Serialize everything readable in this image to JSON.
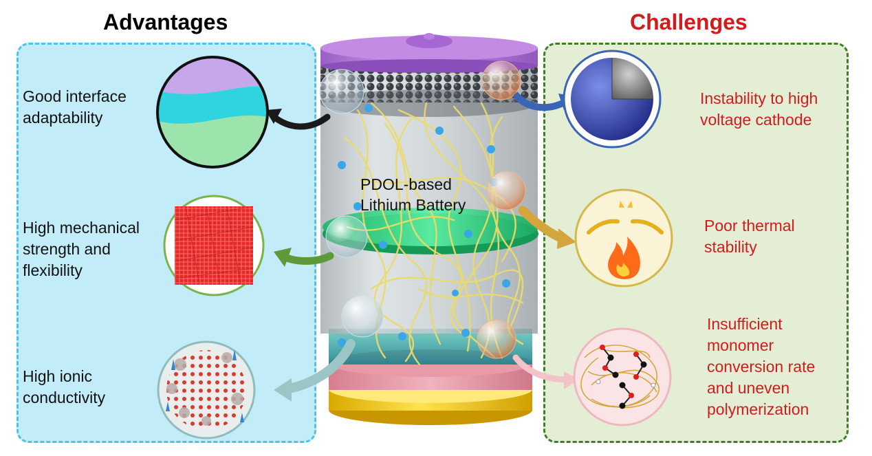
{
  "advantages": {
    "title": "Advantages",
    "items": [
      {
        "label_lines": [
          "Good interface",
          "adaptability"
        ]
      },
      {
        "label_lines": [
          "High mechanical",
          "strength and",
          "flexibility"
        ]
      },
      {
        "label_lines": [
          "High ionic",
          "conductivity"
        ]
      }
    ]
  },
  "challenges": {
    "title": "Challenges",
    "items": [
      {
        "label_lines": [
          "Instability to high",
          "voltage cathode"
        ]
      },
      {
        "label_lines": [
          "Poor thermal",
          "stability"
        ]
      },
      {
        "label_lines": [
          "Insufficient",
          "monomer",
          "conversion rate",
          "and uneven",
          "polymerization"
        ]
      }
    ]
  },
  "battery": {
    "label_lines": [
      "PDOL-based",
      "Lithium Battery"
    ]
  },
  "colors": {
    "advantage_panel": "#c3ecf9",
    "advantage_border": "#4fc2e8",
    "challenge_panel": "#e3eed5",
    "challenge_border": "#3f7d2a",
    "challenge_text": "#d21c1c",
    "battery_cap": "#b57ed6",
    "battery_base": "#f2c615",
    "electrolyte_layer": "#3ddc8a",
    "fiber": "#eadb6a",
    "ion": "#3ba6e6"
  }
}
